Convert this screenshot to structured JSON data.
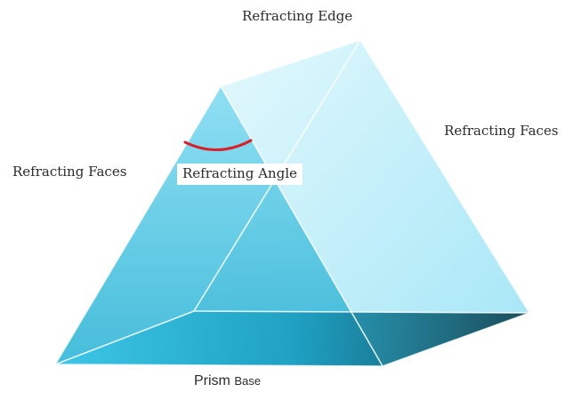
{
  "diagram": {
    "labels": {
      "refracting_edge": "Refracting Edge",
      "refracting_faces_right": "Refracting Faces",
      "refracting_faces_left": "Refracting Faces",
      "refracting_angle": "Refracting Angle",
      "prism_word": "Prism",
      "base_word": "Base"
    },
    "colors": {
      "face_light": "#c9f1fb",
      "face_mid": "#8adcf2",
      "face_deep": "#34b9db",
      "base_dark": "#0e5f73",
      "edge_line": "#ffffff",
      "angle_arc": "#d9202a"
    }
  }
}
